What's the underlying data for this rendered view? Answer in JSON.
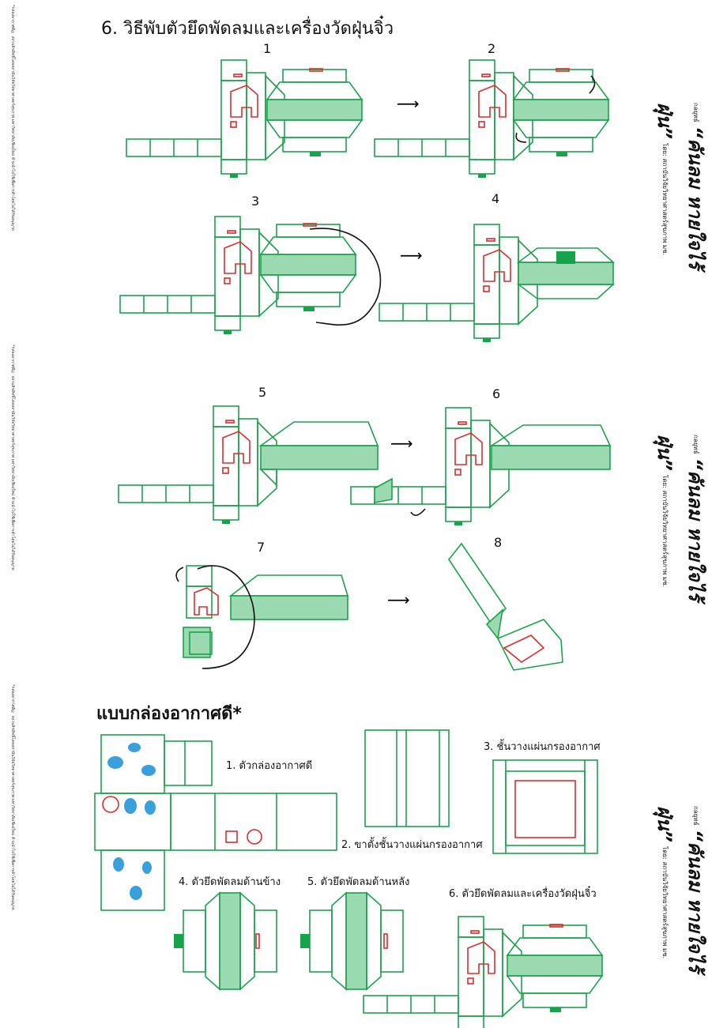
{
  "section_title": "6. วิธีพับตัวยึดพัดลมและเครื่องวัดฝุ่นจิ๋ว",
  "steps": [
    "1",
    "2",
    "3",
    "4",
    "5",
    "6",
    "7",
    "8"
  ],
  "box_title": "แบบกล่องอากาศดี*",
  "parts": {
    "p1": "1.     ตัวกล่องอากาศดี",
    "p2": "2. ขาตั้งชั้นวางแผ่นกรองอากาศ",
    "p3": "3. ชั้นวางแผ่นกรองอากาศ",
    "p4": "4. ตัวยึดพัดลมด้านข้าง",
    "p5": "5. ตัวยึดพัดลมด้านหลัง",
    "p6": "6. ตัวยึดพัดลมและเครื่องวัดฝุ่นจิ๋ว"
  },
  "brand": {
    "prefix": "กลยุทธ์",
    "name": "“คันลม หายใจไร้ฝุ่น”",
    "by": "โดย: สถาบันวิจัยวิทยาศาสตร์สุขภาพ มช."
  },
  "side_note": "*กล่องอากาศดี© สงวนลิขสิทธิ์โดยสถาบันวิจัยวิทยาศาสตร์สุขภาพ มหาวิทยาลัยเชียงใหม่ ห้ามนำไปใช้เพื่อการค้าโดยไม่ได้รับอนุญาต",
  "colors": {
    "green": "#1aa34a",
    "light_green": "#9bd9b0",
    "red": "#e02b2b",
    "blue": "#3aa0dc"
  }
}
